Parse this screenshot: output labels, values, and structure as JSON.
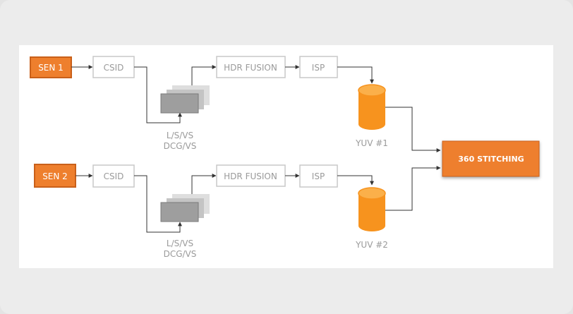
{
  "diagram": {
    "pipelines": [
      {
        "sensor": "SEN 1",
        "csid": "CSID",
        "hdr": "HDR FUSION",
        "isp": "ISP",
        "frames_label_1": "L/S/VS",
        "frames_label_2": "DCG/VS",
        "yuv": "YUV #1"
      },
      {
        "sensor": "SEN 2",
        "csid": "CSID",
        "hdr": "HDR FUSION",
        "isp": "ISP",
        "frames_label_1": "L/S/VS",
        "frames_label_2": "DCG/VS",
        "yuv": "YUV #2"
      }
    ],
    "stitching": "360 STITCHING"
  },
  "colors": {
    "orange": "#ee7f2d",
    "orange_border": "#c9601a",
    "cylinder": "#f7931e",
    "cylinder_top": "#fbb04a",
    "box_border": "#c8c8c8",
    "frame_front": "#9e9e9e",
    "frame_mid": "#c4c4c4",
    "frame_back": "#dedede",
    "line": "#333333"
  }
}
